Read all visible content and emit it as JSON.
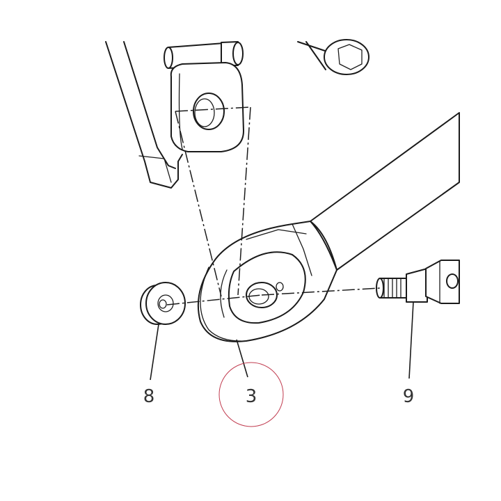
{
  "callouts": {
    "part_8": "8",
    "part_3": "3",
    "part_9": "9"
  },
  "colors": {
    "line": "#1a1a1a",
    "label": "#333333",
    "highlight_circle": "#c03a4e",
    "background": "#ffffff"
  }
}
